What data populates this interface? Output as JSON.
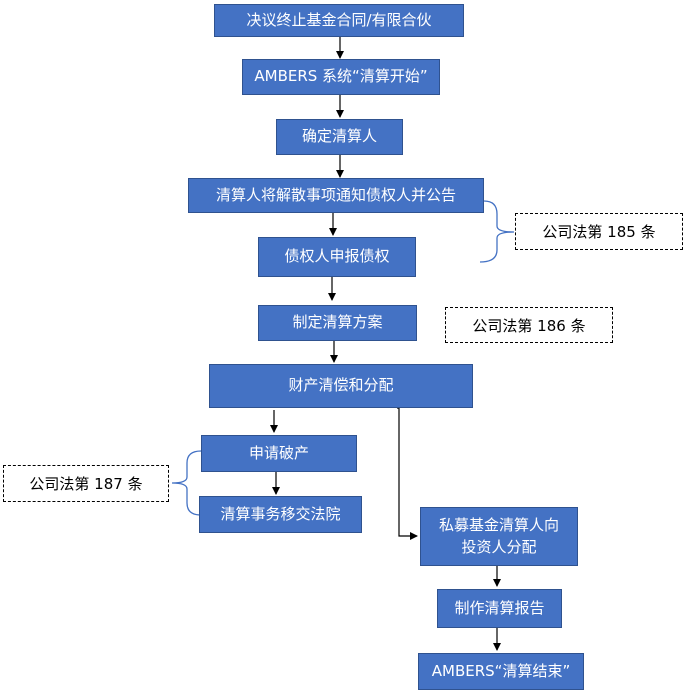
{
  "steps": {
    "s1": "决议终止基金合同/有限合伙",
    "s2": "AMBERS 系统“清算开始”",
    "s3": "确定清算人",
    "s4": "清算人将解散事项通知债权人并公告",
    "s5": "债权人申报债权",
    "s6": "制定清算方案",
    "s7": "财产清偿和分配",
    "s8": "申请破产",
    "s9": "清算事务移交法院",
    "s10a": "私募基金清算人向",
    "s10b": "投资人分配",
    "s11": "制作清算报告",
    "s12": "AMBERS“清算结束”"
  },
  "notes": {
    "n185": "公司法第 185 条",
    "n186": "公司法第 186 条",
    "n187": "公司法第 187 条"
  },
  "colors": {
    "box_fill": "#4472c4",
    "box_border": "#2f528f",
    "box_text": "#ffffff"
  }
}
